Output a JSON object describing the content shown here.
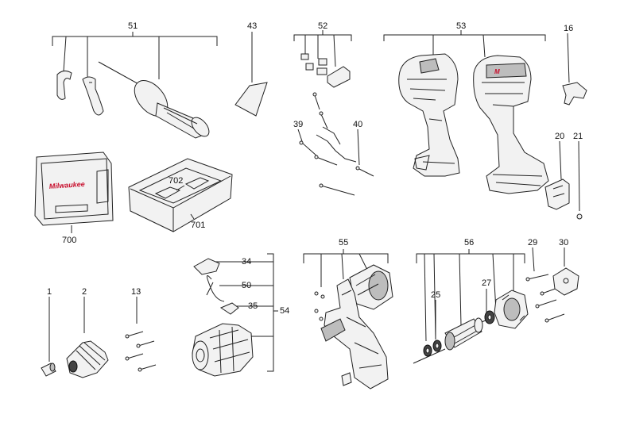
{
  "diagram": {
    "labels": {
      "p51": "51",
      "p43": "43",
      "p52": "52",
      "p53": "53",
      "p16": "16",
      "p39": "39",
      "p40": "40",
      "p20": "20",
      "p21": "21",
      "p702": "702",
      "p700": "700",
      "p701": "701",
      "p34": "34",
      "p50": "50",
      "p35": "35",
      "p54": "54",
      "p55": "55",
      "p56": "56",
      "p29": "29",
      "p30": "30",
      "p27": "27",
      "p25": "25",
      "p1": "1",
      "p2": "2",
      "p13": "13"
    },
    "case_brand": "Milwaukee"
  },
  "colors": {
    "line": "#222222",
    "part_fill": "#f2f2f2",
    "accent_red": "#c8102e"
  }
}
